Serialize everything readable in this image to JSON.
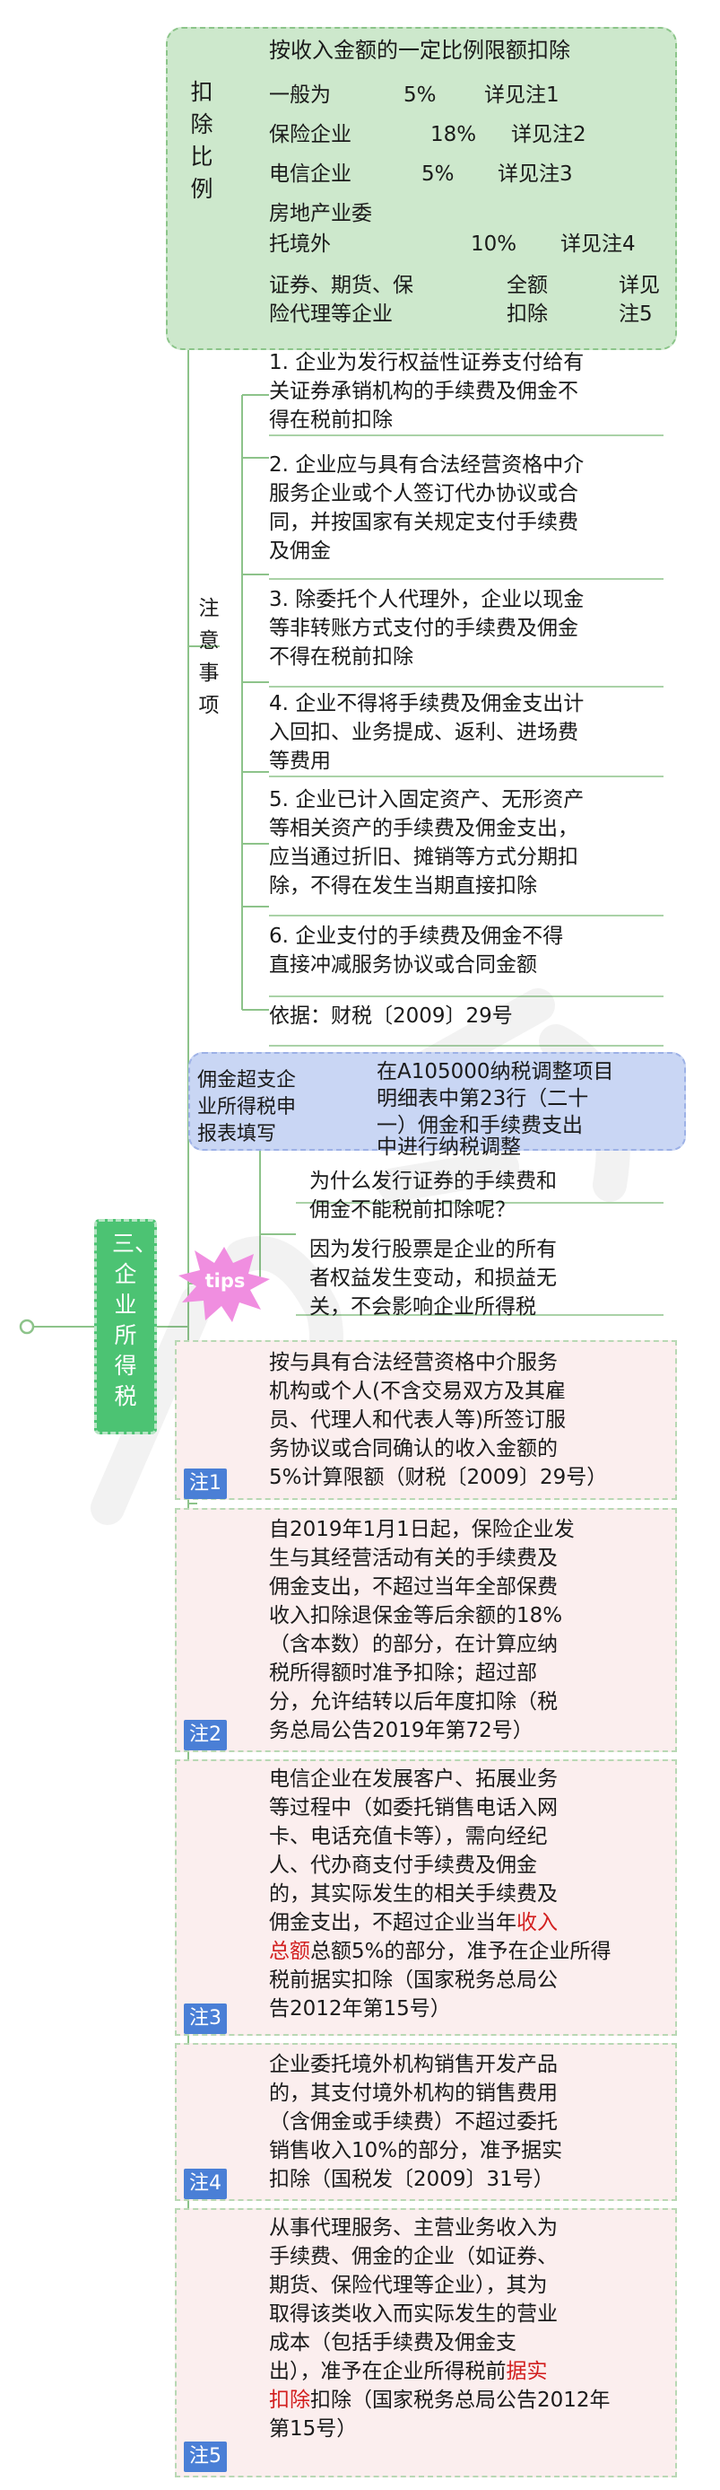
{
  "root": {
    "title": "三、企业所得税"
  },
  "deduction_ratio": {
    "label": "扣除比例",
    "header": "按收入金额的一定比例限额扣除",
    "rows": [
      {
        "name": "一般为",
        "rate": "5%",
        "note": "详见注1"
      },
      {
        "name": "保险企业",
        "rate": "18%",
        "note": "详见注2"
      },
      {
        "name": "电信企业",
        "rate": "5%",
        "note": "详见注3"
      },
      {
        "name_line1": "房地产业委",
        "name_line2": "托境外",
        "rate": "10%",
        "note": "详见注4"
      },
      {
        "name_line1": "证券、期货、保",
        "name_line2": "险代理等企业",
        "rate_line1": "全额",
        "rate_line2": "扣除",
        "note_line1": "详见",
        "note_line2": "注5"
      }
    ]
  },
  "cautions": {
    "label": "注意事项",
    "items": [
      [
        "1. 企业为发行权益性证券支付给有",
        "关证券承销机构的手续费及佣金不",
        "得在税前扣除"
      ],
      [
        "2. 企业应与具有合法经营资格中介",
        "服务企业或个人签订代办协议或合",
        "同，并按国家有关规定支付手续费",
        "及佣金"
      ],
      [
        "3. 除委托个人代理外，企业以现金",
        "等非转账方式支付的手续费及佣金",
        "不得在税前扣除"
      ],
      [
        "4. 企业不得将手续费及佣金支出计",
        "入回扣、业务提成、返利、进场费",
        "等费用"
      ],
      [
        "5. 企业已计入固定资产、无形资产",
        "等相关资产的手续费及佣金支出，",
        "应当通过折旧、摊销等方式分期扣",
        "除，不得在发生当期直接扣除"
      ],
      [
        "6. 企业支付的手续费及佣金不得",
        "直接冲减服务协议或合同金额"
      ]
    ],
    "basis": "依据：财税〔2009〕29号"
  },
  "filing": {
    "label": [
      "佣金超支企",
      "业所得税申",
      "报表填写"
    ],
    "text": [
      "在A105000纳税调整项目",
      "明细表中第23行（二十",
      "一）佣金和手续费支出",
      "中进行纳税调整"
    ]
  },
  "tips": {
    "badge": "tips",
    "question": [
      "为什么发行证券的手续费和",
      "佣金不能税前扣除呢？"
    ],
    "answer": [
      "因为发行股票是企业的所有",
      "者权益发生变动，和损益无",
      "关，不会影响企业所得税"
    ]
  },
  "notes": [
    {
      "tag": "注1",
      "lines": [
        "按与具有合法经营资格中介服务",
        "机构或个人(不含交易双方及其雇",
        "员、代理人和代表人等)所签订服",
        "务协议或合同确认的收入金额的",
        "5%计算限额（财税〔2009〕29号）"
      ]
    },
    {
      "tag": "注2",
      "lines": [
        "自2019年1月1日起，保险企业发",
        "生与其经营活动有关的手续费及",
        "佣金支出，不超过当年全部保费",
        "收入扣除退保金等后余额的18%",
        "（含本数）的部分，在计算应纳",
        "税所得额时准予扣除；超过部",
        "分，允许结转以后年度扣除（税",
        "务总局公告2019年第72号）"
      ]
    },
    {
      "tag": "注3",
      "lines": [
        "电信企业在发展客户、拓展业务",
        "等过程中（如委托销售电话入网",
        "卡、电话充值卡等），需向经纪",
        "人、代办商支付手续费及佣金",
        "的，其实际发生的相关手续费及",
        "佣金支出，不超过企业当年",
        "总额5%的部分，准予在企业所得",
        "税前据实扣除（国家税务总局公",
        "告2012年第15号）"
      ],
      "highlight_a": "收入",
      "highlight_b": "总额"
    },
    {
      "tag": "注4",
      "lines": [
        "企业委托境外机构销售开发产品",
        "的，其支付境外机构的销售费用",
        "（含佣金或手续费）不超过委托",
        "销售收入10%的部分，准予据实",
        "扣除（国税发〔2009〕31号）"
      ]
    },
    {
      "tag": "注5",
      "lines": [
        "从事代理服务、主营业务收入为",
        "手续费、佣金的企业（如证券、",
        "期货、保险代理等企业），其为",
        "取得该类收入而实际发生的营业",
        "成本（包括手续费及佣金支",
        "出），准予在企业所得税前",
        "扣除（国家税务总局公告2012年",
        "第15号）"
      ],
      "highlight_a": "据实",
      "highlight_b": "扣除"
    }
  ],
  "colors": {
    "green_box": "#cde8cc",
    "blue_box": "#c9d6f4",
    "note_box": "#fbeeee",
    "main_node": "#4cc373",
    "tag_blue": "#4a7fd6",
    "tips_pink": "#f08ee0",
    "highlight_red": "#d21f1f"
  }
}
